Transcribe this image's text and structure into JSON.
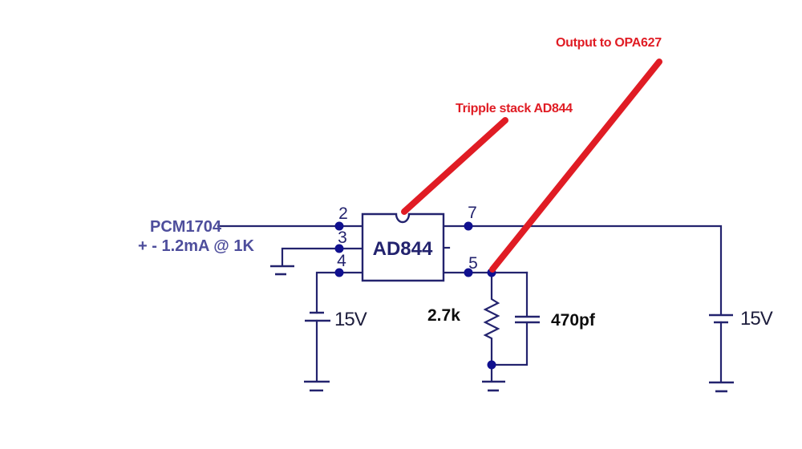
{
  "schematic": {
    "chip": {
      "label": "AD844"
    },
    "pins": {
      "pin2": "2",
      "pin3": "3",
      "pin4": "4",
      "pin5": "5",
      "pin7": "7"
    },
    "labels": {
      "input_name": "PCM1704",
      "input_spec": "+ - 1.2mA @ 1K",
      "resistor_value": "2.7k",
      "capacitor_value": "470pf",
      "left_supply": "15V",
      "right_supply": "15V"
    },
    "annotations": {
      "output_note": "Output to OPA627",
      "stack_note": "Tripple stack AD844"
    },
    "colors": {
      "wire": "#23236e",
      "junction_dot": "#10108f",
      "input_label": "#4e4e9c",
      "component_label": "#0d0d0d",
      "supply_label": "#1d1d3c",
      "annotation_red": "#e01c24",
      "background": "#ffffff"
    }
  }
}
